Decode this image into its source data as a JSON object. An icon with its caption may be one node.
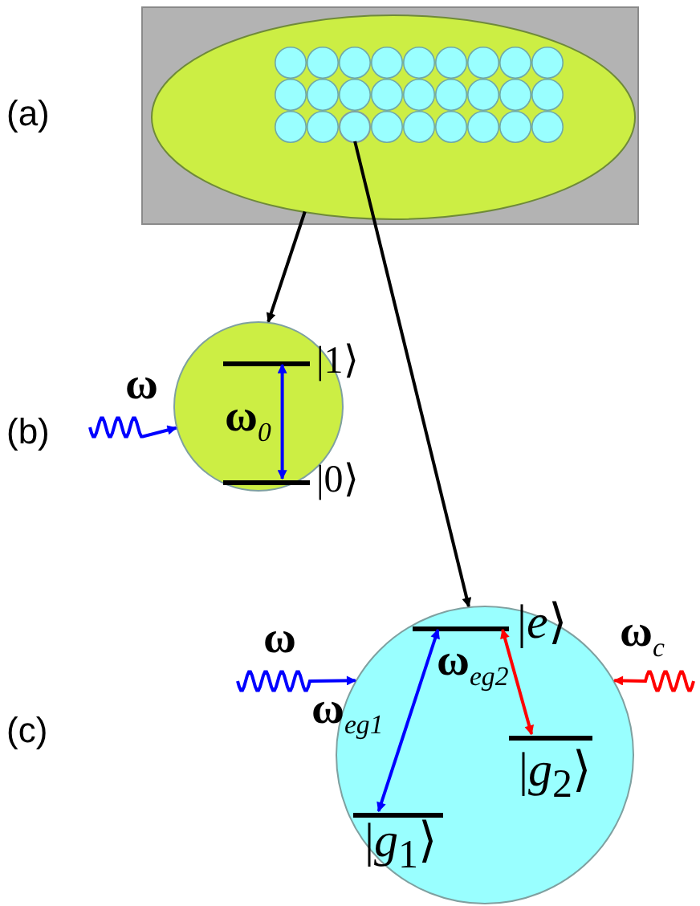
{
  "diagram": {
    "nodes": [
      {
        "text": [],
        "shape": "box"
      },
      {
        "text": [],
        "shape": "ellipse",
        "in": 0
      },
      {
        "text": [],
        "shape": "circle",
        "in": 1
      },
      {
        "text": [],
        "shape": "circle"
      },
      {
        "text": [],
        "shape": "bar",
        "in": 3,
        "beside": [
          "|1⟩"
        ]
      },
      {
        "text": [],
        "shape": "bar",
        "in": 3,
        "beside": [
          "|0⟩"
        ]
      },
      {
        "text": [],
        "shape": "circle"
      },
      {
        "text": [],
        "shape": "bar",
        "in": 6,
        "beside": [
          "|*e*⟩"
        ]
      },
      {
        "text": [],
        "shape": "bar",
        "in": 6,
        "beside": [
          "|*g*$_{2}$⟩"
        ]
      },
      {
        "text": [],
        "shape": "bar",
        "in": 6,
        "beside": [
          "|*g*$_{1}$⟩"
        ]
      }
    ],
    "edges": [
      {
        "from": 1,
        "to": 3,
        "arrow": "to",
        "color": "#000000"
      },
      {
        "from": 2,
        "to": 6,
        "arrow": "to",
        "color": "#000000"
      },
      {
        "from": null,
        "to": 3,
        "arrow": "to",
        "label": "ω",
        "color": "#0000ff"
      },
      {
        "from": 4,
        "to": 5,
        "arrow": "both",
        "label": "ω$_{0}$",
        "color": "#0000ff"
      },
      {
        "from": null,
        "to": 6,
        "arrow": "to",
        "label": "ω",
        "color": "#0000ff"
      },
      {
        "from": null,
        "to": 6,
        "arrow": "to",
        "label": "ω$_{c}$",
        "color": "#ff0000"
      },
      {
        "from": 7,
        "to": 9,
        "arrow": "both",
        "label": "ω$_{eg}$$_{1}$",
        "color": "#0000ff"
      },
      {
        "from": 7,
        "to": 8,
        "arrow": "both",
        "label": "ω$_{eg}$$_{2}$",
        "color": "#ff0000"
      }
    ],
    "labels": [
      "(a)",
      "(b)",
      "(c)"
    ]
  }
}
